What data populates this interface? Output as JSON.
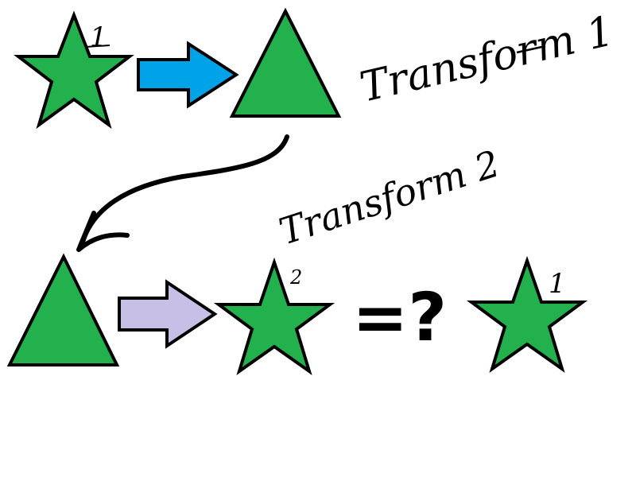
{
  "colors": {
    "shape_fill": "#22b14c",
    "outline": "#000000",
    "arrow1_fill": "#00a2e8",
    "arrow2_fill": "#c8bfe7",
    "background": "#ffffff"
  },
  "labels": {
    "star1_tag": "1",
    "transform1": "Transform 1",
    "transform2": "Transform 2",
    "star2_tag": "2",
    "equals_question": "=?",
    "star3_tag": "1"
  },
  "icons": {
    "star": "star-icon",
    "triangle": "triangle-icon",
    "arrow": "right-arrow-icon",
    "curved_arrow": "curved-arrow-icon"
  }
}
